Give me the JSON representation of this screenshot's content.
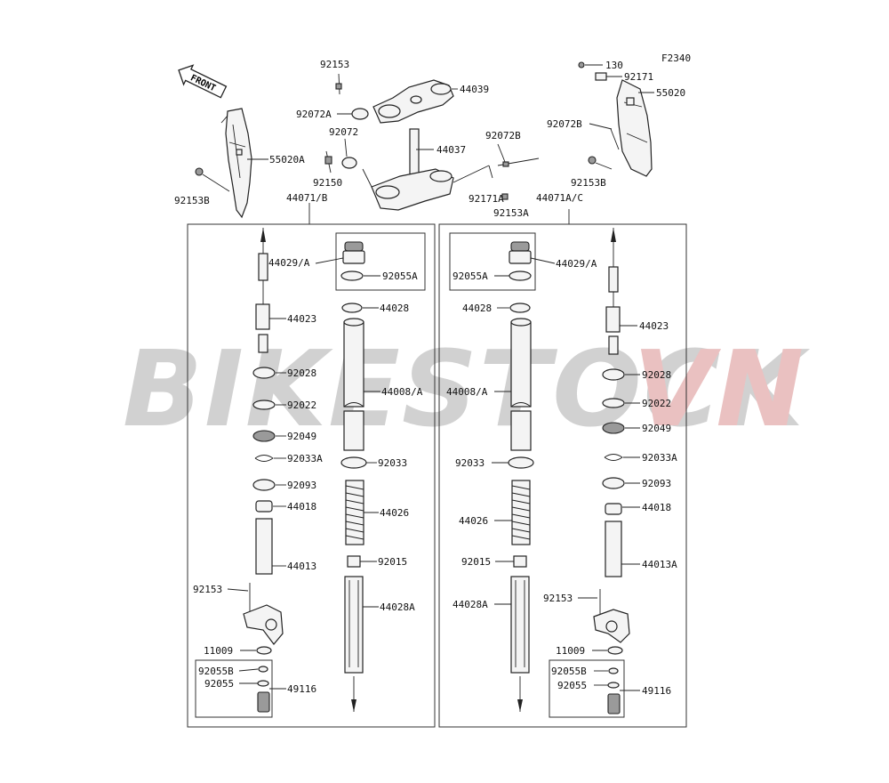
{
  "figure_code": "F2340",
  "front_arrow_label": "FRONT",
  "watermark": {
    "text_part1": "BIKESTOCK",
    "text_part2": "VN",
    "color1": "#c9c9c9",
    "color2": "#e7b7b7"
  },
  "labels": {
    "l92153_top": "92153",
    "l44039": "44039",
    "l92072A": "92072A",
    "l92072": "92072",
    "l44037": "44037",
    "l92072B_mid": "92072B",
    "l55020A": "55020A",
    "l92153B_left": "92153B",
    "l92150": "92150",
    "l44071B": "44071/B",
    "l92171A": "92171A",
    "l92153A": "92153A",
    "l44071AC": "44071A/C",
    "l130": "130",
    "l92171": "92171",
    "l55020": "55020",
    "l92072B_right": "92072B",
    "l92153B_right": "92153B",
    "L_44029A": "44029/A",
    "L_92055A": "92055A",
    "L_44023": "44023",
    "L_44028": "44028",
    "L_92028": "92028",
    "L_44008A": "44008/A",
    "L_92022": "92022",
    "L_92049": "92049",
    "L_92033A": "92033A",
    "L_92033": "92033",
    "L_92093": "92093",
    "L_44018": "44018",
    "L_44026": "44026",
    "L_44013": "44013",
    "L_92015": "92015",
    "L_92153": "92153",
    "L_44028A": "44028A",
    "L_11009": "11009",
    "L_92055B": "92055B",
    "L_92055": "92055",
    "L_49116": "49116",
    "R_44029A": "44029/A",
    "R_92055A": "92055A",
    "R_44028": "44028",
    "R_44023": "44023",
    "R_44008A": "44008/A",
    "R_92028": "92028",
    "R_92022": "92022",
    "R_92049": "92049",
    "R_92033": "92033",
    "R_92033A": "92033A",
    "R_92093": "92093",
    "R_44026": "44026",
    "R_44018": "44018",
    "R_44013A": "44013A",
    "R_92015": "92015",
    "R_92153": "92153",
    "R_44028A": "44028A",
    "R_11009": "11009",
    "R_92055B": "92055B",
    "R_92055": "92055",
    "R_49116": "49116"
  }
}
